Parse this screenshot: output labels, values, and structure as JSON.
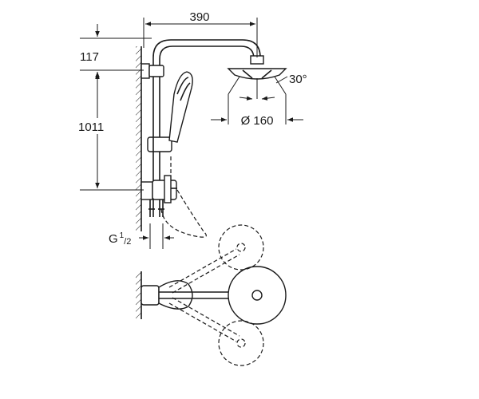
{
  "dimensions": {
    "width": "390",
    "top_offset": "117",
    "height": "1011",
    "angle": "30°",
    "diameter": "Ø 160",
    "thread_main": "G",
    "thread_sup": "1",
    "thread_sub": "/2"
  },
  "colors": {
    "line": "#1a1a1a",
    "background": "#ffffff"
  }
}
